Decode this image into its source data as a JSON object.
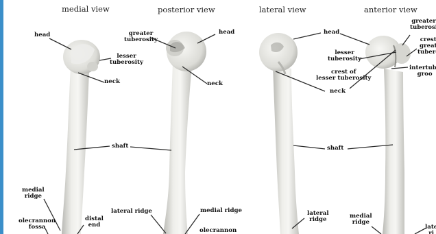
{
  "views": {
    "medial": "medial view",
    "posterior": "posterior view",
    "lateral": "lateral view",
    "anterior": "anterior view"
  },
  "labels": {
    "medial_head": "head",
    "medial_lesser_tuberosity": "lesser\ntuberosity",
    "medial_neck": "neck",
    "medial_shaft": "shaft",
    "medial_ridge": "medial\nridge",
    "medial_distal_end": "distal\nend",
    "medial_olecrannon_fossa": "olecrannon\nfossa",
    "posterior_greater_tuberosity": "greater\ntuberosity",
    "posterior_head": "head",
    "posterior_neck": "neck",
    "posterior_lateral_ridge": "lateral ridge",
    "posterior_medial_ridge": "medial ridge",
    "posterior_olecrannon": "olecrannon",
    "lateral_head": "head",
    "lateral_lesser_tuberosity": "lesser\ntuberosity",
    "lateral_crest_lesser_tuberosity": "crest of\nlesser tuberosity",
    "lateral_neck": "neck",
    "lateral_shaft": "shaft",
    "lateral_ridge": "lateral\nridge",
    "anterior_greater_tuberosity": "greater\ntuberosi",
    "anterior_crest_greater": "crest\ngreat\ntuberc",
    "anterior_intertubercular_groove": "intertube\ngroo",
    "anterior_medial_ridge": "medial\nridge",
    "anterior_lateral_cut": "late\nri"
  },
  "colors": {
    "frame_accent": "#3b8fc9",
    "bone_light": "#f1f1ee",
    "bone_shadow": "#b9b9b4",
    "leader_line": "#2b2b2b"
  }
}
